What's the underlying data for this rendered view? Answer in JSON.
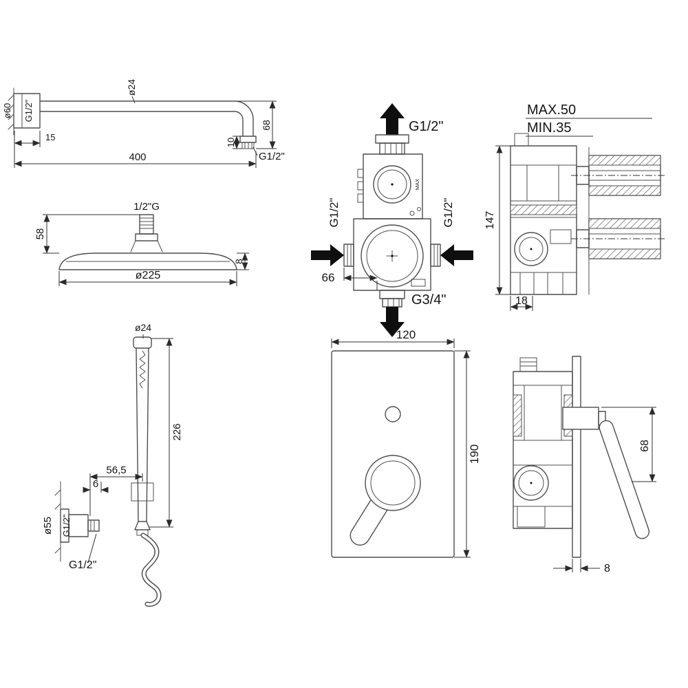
{
  "shower_arm": {
    "flange_diameter": "ø60",
    "flange_thread": "G1/2\"",
    "wall_offset": "15",
    "arm_diameter": "ø24",
    "arm_length": "400",
    "drop_height": "68",
    "tip_length": "10",
    "outlet_thread": "G1/2\""
  },
  "shower_head": {
    "inlet_thread": "1/2\"G",
    "connector_height": "58",
    "head_diameter": "ø225",
    "head_thickness": "8"
  },
  "hand_shower": {
    "handle_diameter": "ø24",
    "handle_length": "226",
    "bracket_offset": "56,5",
    "bracket_depth": "6",
    "flange_diameter": "ø55",
    "flange_thread": "G1/2\"",
    "hose_thread": "G1/2\""
  },
  "valve_front": {
    "top_outlet_thread": "G1/2\"",
    "left_inlet_thread": "G1/2\"",
    "right_inlet_thread": "G1/2\"",
    "body_width": "66",
    "bottom_outlet_thread": "G3/4\"",
    "max_marking": "MAX"
  },
  "valve_side": {
    "max_depth": "MAX.50",
    "min_depth": "MIN.35",
    "body_height": "147",
    "flange_depth": "18"
  },
  "trim_front": {
    "plate_width": "120",
    "plate_height": "190"
  },
  "trim_side": {
    "lever_projection": "68",
    "plate_thickness": "8"
  }
}
